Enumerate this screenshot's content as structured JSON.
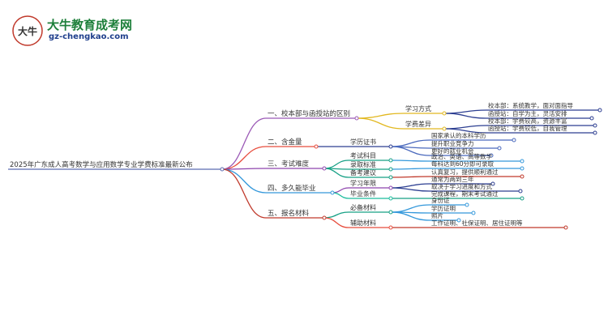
{
  "watermark": {
    "title": "大牛教育成考网",
    "url": "gz-chengkao.com",
    "logo_glyph": "大牛"
  },
  "mindmap": {
    "root": "2025年广东成人高考数学与应用数学专业学费标准最新公布",
    "branches": [
      {
        "label": "一、校本部与函授站的区别",
        "color": "#9b59b6",
        "children": [
          {
            "label": "学习方式",
            "color": "#e2b820",
            "children": [
              {
                "label": "校本部：系统教学，面对面指导",
                "color": "#2c3e91"
              },
              {
                "label": "函授站：自学为主，灵活安排",
                "color": "#2c3e91"
              }
            ]
          },
          {
            "label": "学费差异",
            "color": "#e2b820",
            "children": [
              {
                "label": "校本部：学费较高，资源丰富",
                "color": "#2c3e91"
              },
              {
                "label": "函授站：学费较低，自我管理",
                "color": "#2c3e91"
              }
            ]
          }
        ]
      },
      {
        "label": "二、含金量",
        "color": "#e74c3c",
        "children": [
          {
            "label": "学历证书",
            "color": "#2c3e91",
            "children": [
              {
                "label": "国家承认的本科学历",
                "color": "#4a69bd"
              },
              {
                "label": "提升职业竞争力",
                "color": "#4a69bd"
              },
              {
                "label": "更好的就业机会",
                "color": "#4a69bd"
              }
            ]
          }
        ]
      },
      {
        "label": "三、考试难度",
        "color": "#8e44ad",
        "children": [
          {
            "label": "考试科目",
            "color": "#16a085",
            "children": [
              {
                "label": "政治、英语、高等数学",
                "color": "#3498db"
              }
            ]
          },
          {
            "label": "录取标准",
            "color": "#16a085",
            "children": [
              {
                "label": "每科达到60分即可录取",
                "color": "#3498db"
              }
            ]
          },
          {
            "label": "备考建议",
            "color": "#16a085",
            "children": [
              {
                "label": "认真复习，提供顺利通过",
                "color": "#c0392b"
              }
            ]
          }
        ]
      },
      {
        "label": "四、多久能毕业",
        "color": "#3498db",
        "children": [
          {
            "label": "学习年限",
            "color": "#8e44ad",
            "children": [
              {
                "label": "通常为两到三年",
                "color": "#2c3e91"
              },
              {
                "label": "取决于学习进度和方式",
                "color": "#2c3e91"
              }
            ]
          },
          {
            "label": "毕业条件",
            "color": "#1abc9c",
            "children": [
              {
                "label": "完成课程，期末考试通过",
                "color": "#16a085"
              }
            ]
          }
        ]
      },
      {
        "label": "五、报名材料",
        "color": "#c0392b",
        "children": [
          {
            "label": "必备材料",
            "color": "#16a085",
            "children": [
              {
                "label": "身份证",
                "color": "#3498db"
              },
              {
                "label": "学历证明",
                "color": "#3498db"
              },
              {
                "label": "照片",
                "color": "#3498db"
              }
            ]
          },
          {
            "label": "辅助材料",
            "color": "#e74c3c",
            "children": [
              {
                "label": "工作证明、社保证明、居住证明等",
                "color": "#c0392b"
              }
            ]
          }
        ]
      }
    ]
  }
}
